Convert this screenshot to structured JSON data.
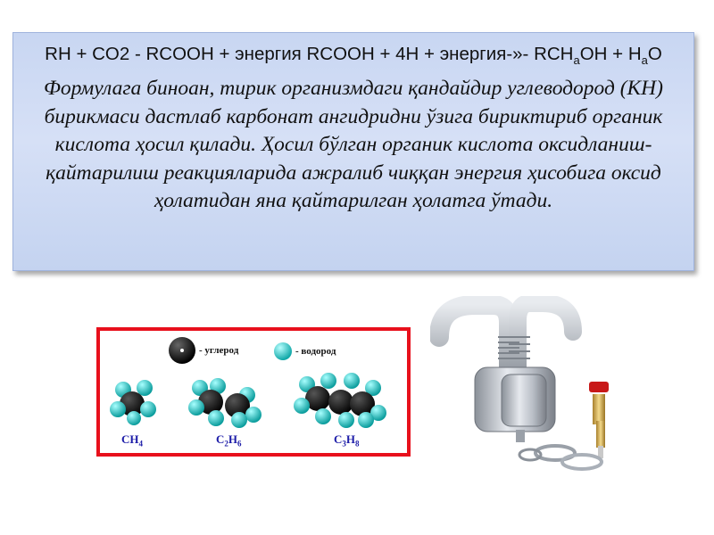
{
  "slide": {
    "formula": {
      "line_parts": [
        "RH + CO2 - RCOOH + энергия RCOOH + 4H + энергия-»- RCH",
        "a",
        "OH + H",
        "a",
        "O"
      ]
    },
    "description": "Формулага биноан, тирик организмдаги қандайдир углеводород (КН) бирикмаси дастлаб карбонат ангидридни ўзига бириктириб органик кислота ҳосил қилади. Ҳосил бўлган органик кислота оксидланиш-қайтарилиш реакцияларида ажралиб чиққан энергия ҳисобига оксид ҳолатидан яна қайтарилган ҳолатга ўтади."
  },
  "molecule_panel": {
    "border_color": "#e8101c",
    "legend": [
      {
        "label": "- углерод",
        "color": "#111111",
        "icon": "carbon-atom-icon"
      },
      {
        "label": "- водород",
        "color": "#1fc8c8",
        "icon": "hydrogen-atom-icon"
      }
    ],
    "molecules": [
      {
        "base": [
          "CH",
          ""
        ],
        "subs": [
          "4",
          ""
        ]
      },
      {
        "base": [
          "C",
          "H"
        ],
        "subs": [
          "2",
          "6"
        ]
      },
      {
        "base": [
          "C",
          "H"
        ],
        "subs": [
          "3",
          "8"
        ]
      }
    ]
  },
  "device_image": {
    "icon": "gas-apparatus-image"
  }
}
